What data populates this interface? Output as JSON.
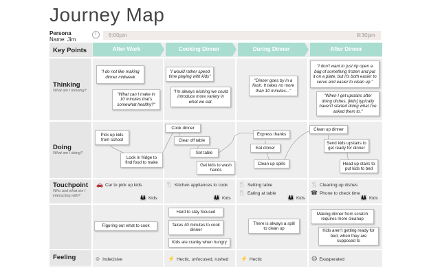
{
  "title": "Journey Map",
  "persona": {
    "label": "Persona",
    "name": "Name: Jim"
  },
  "timeline": {
    "start": "6:00pm",
    "end": "8:30pm"
  },
  "rows": {
    "key_points": "Key Points",
    "thinking": {
      "title": "Thinking",
      "subtitle": "What am I thinking?"
    },
    "doing": {
      "title": "Doing",
      "subtitle": "What am I doing?"
    },
    "touchpoint": {
      "title": "Touchpoint",
      "subtitle": "Who and what am I interacting with?"
    },
    "feeling": "Feeling"
  },
  "stages": [
    "After Work",
    "Cooking Dinner",
    "During Dinner",
    "After Dinner"
  ],
  "thinking_notes": [
    "\"I do not like making dinner midweek",
    "\"What can I make in 10 minutes that's somewhat healthy?\"",
    "\"I would rather spend time playing with kids\"",
    "\"I'm always wishing we could introduce more variety in what we eat.",
    "\"Dinner goes by in a flash. It takes no more than 10 minutes...\"",
    "\"I don't want to just rip open a bag of something frozen and put it on a plate, but it's both easier to serve and easier to clean up.\"",
    "\"When I get upstairs after doing dishes, [kids] typically haven't started doing what I've asked them to.\""
  ],
  "doing_notes": [
    "Pick up kids from school",
    "Look in fridge to find food to make",
    "Cook dinner",
    "Clear off table",
    "Set table",
    "Get kids to wash hands",
    "Express thanks",
    "Eat dinner",
    "Clean up spills",
    "Clean up dinner",
    "Send kids upstairs to get ready for dinner",
    "Head up stairs to put kids to bed"
  ],
  "touchpoints": {
    "car": "Car to pick up kids",
    "kids1": "Kids",
    "appliances": "Kitchen appliances to cook",
    "kids2": "Kids",
    "setting": "Setting table",
    "eating": "Eating at table",
    "kids3": "Kids",
    "dishes": "Cleaning up dishes",
    "phone": "Phone to check time",
    "kids4": "Kids"
  },
  "pain_notes": [
    "Figuring out what to cook",
    "Hard to stay focused",
    "Takes 40 minutes to cook dinner",
    "Kids are cranky when hungry",
    "There is always a spill to clean up",
    "Making dinner from scratch requires more cleanup",
    "Kids aren't getting ready for bed, when they are supposed to"
  ],
  "feelings": [
    "Indecisive",
    "Hectic, unfocused, rushed",
    "Hectic",
    "Exasperated"
  ],
  "icons": {
    "clock": "clock-icon",
    "car": "car-icon",
    "kids": "kids-icon",
    "utensils": "utensils-icon",
    "phone": "phone-icon",
    "face_neutral": "neutral-face-icon",
    "lightning": "lightning-icon",
    "face_frown": "frown-face-icon"
  },
  "colors": {
    "header": "#a8ddd0",
    "sheet": "#eeeeee",
    "label_col": "#e6e6e6",
    "timebar": "#f1ebe9"
  }
}
